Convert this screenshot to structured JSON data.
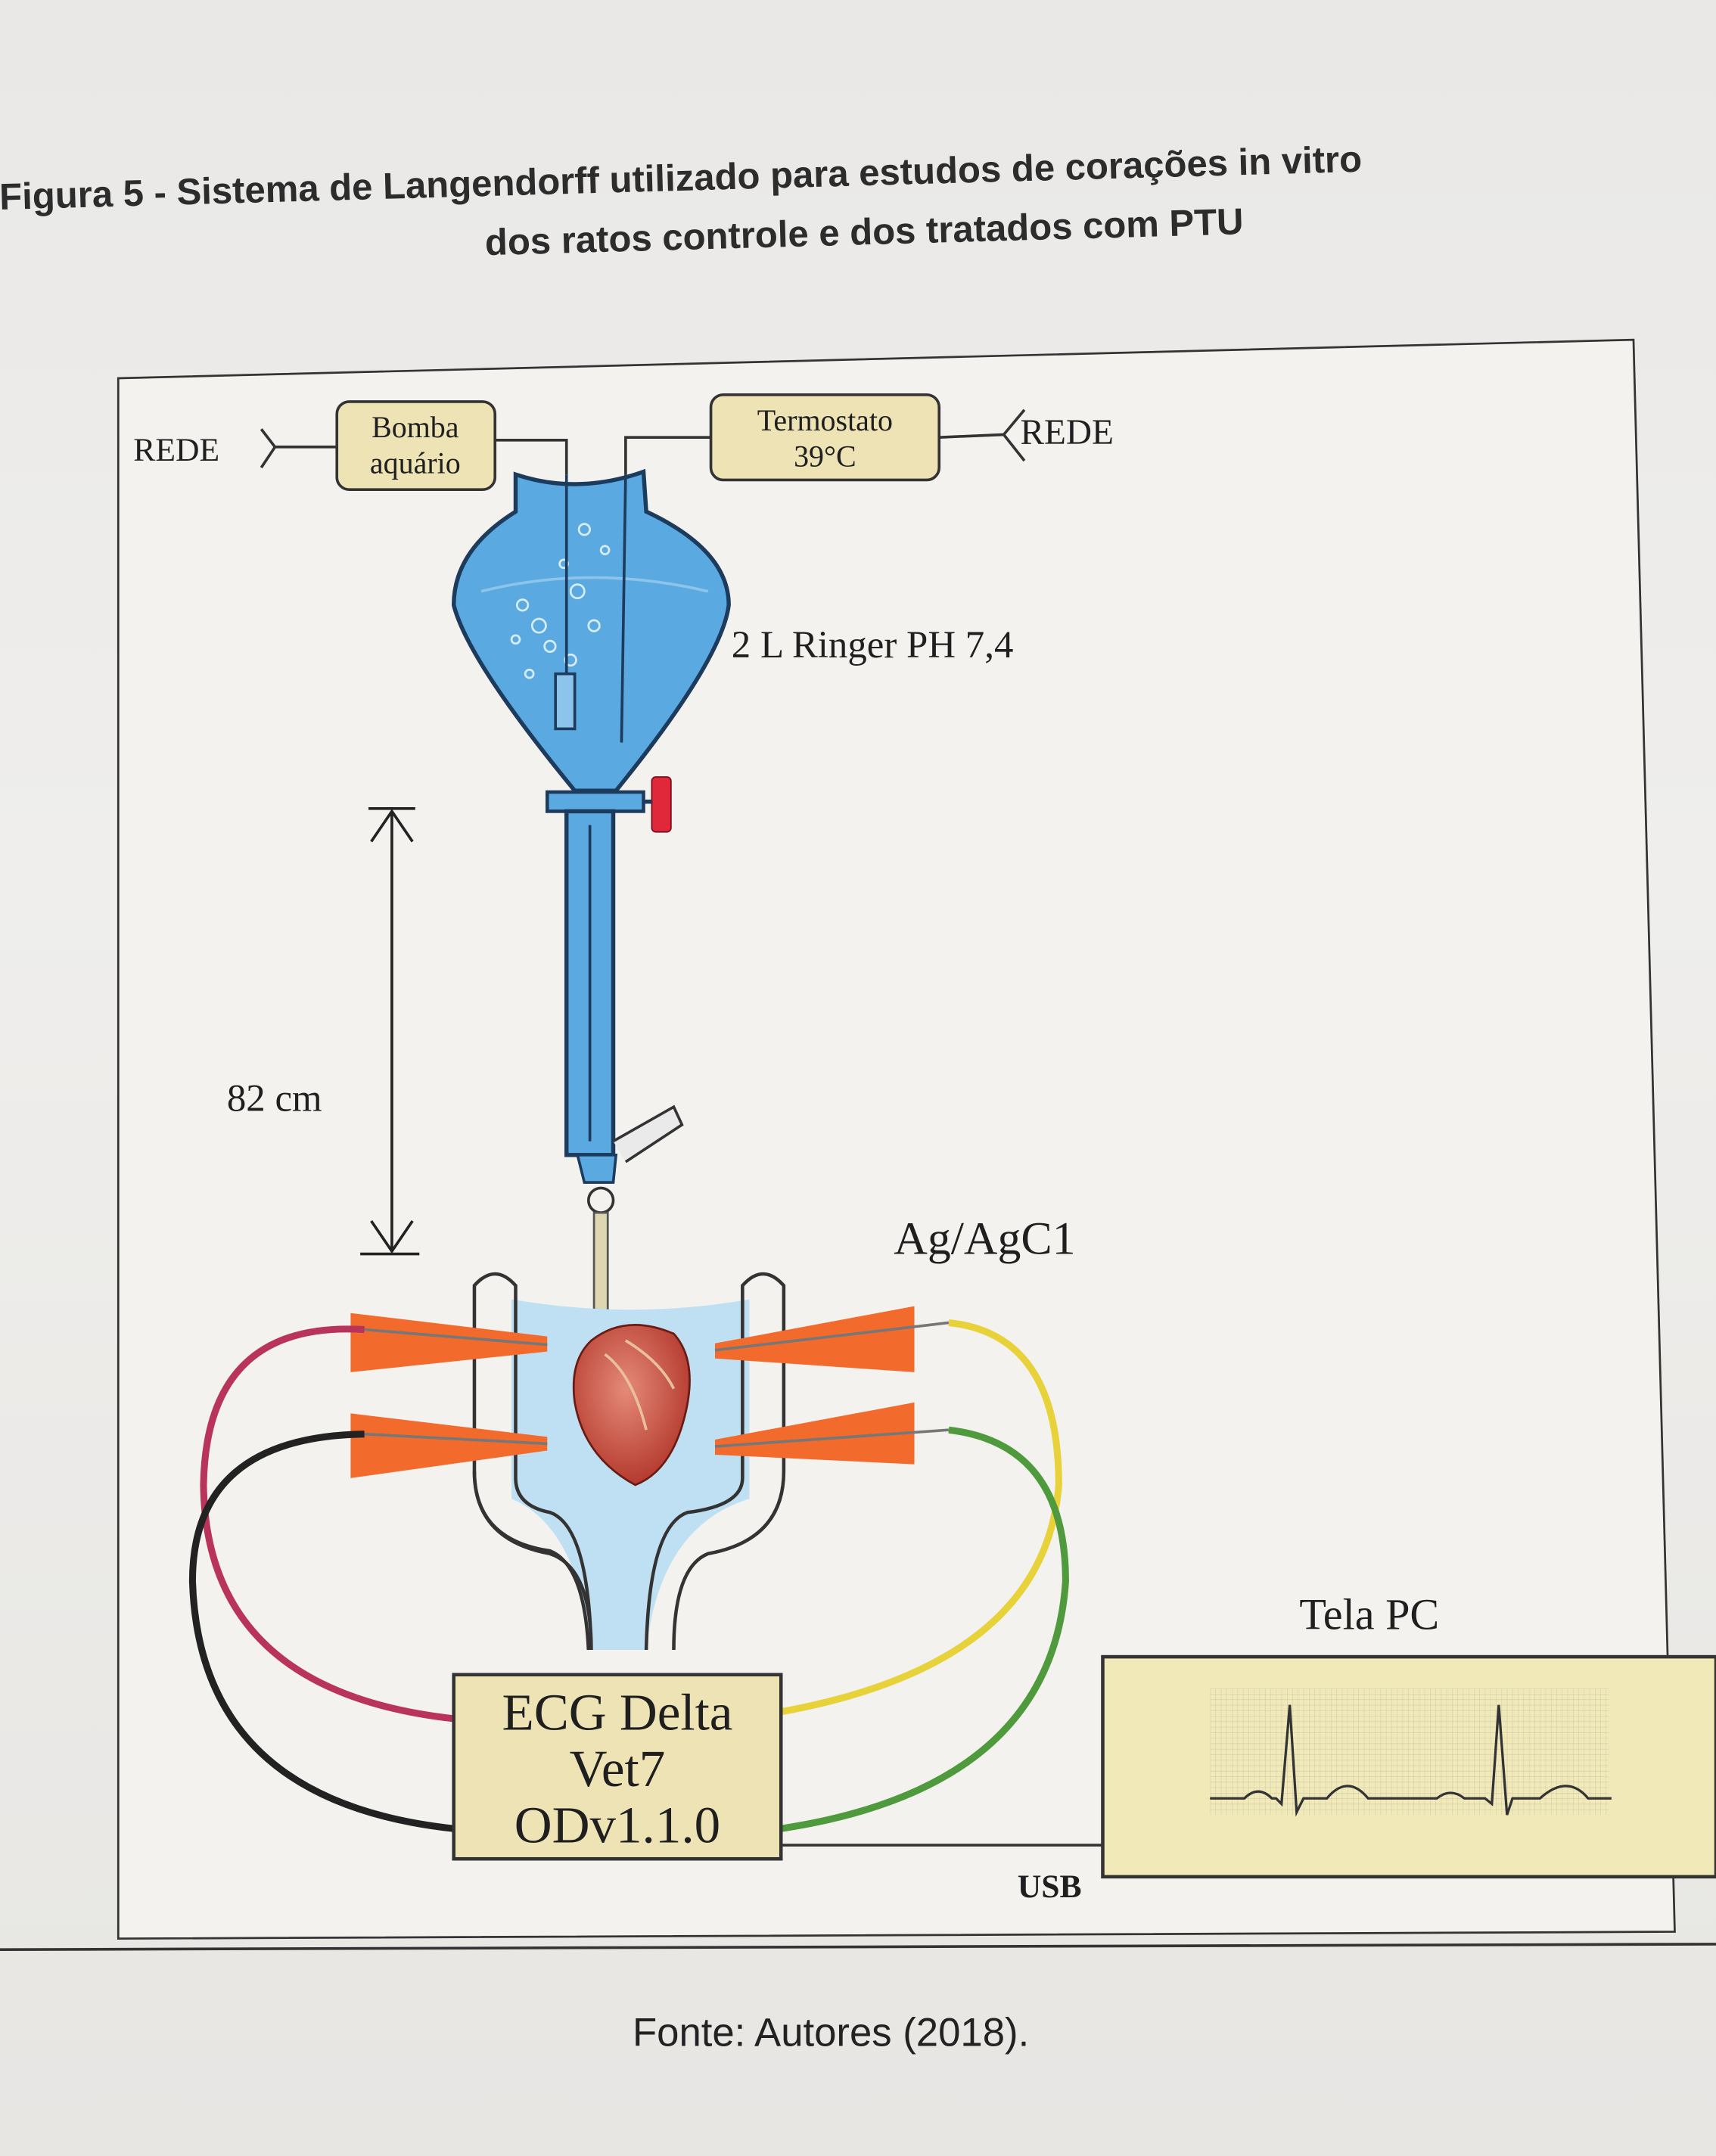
{
  "caption": {
    "line1": "Figura 5 - Sistema de Langendorff utilizado para estudos de corações in vitro",
    "line2": "dos ratos controle e dos tratados com PTU"
  },
  "diagram": {
    "rede_left": "REDE",
    "rede_right": "REDE",
    "pump": {
      "line1": "Bomba",
      "line2": "aquário"
    },
    "thermostat": {
      "line1": "Termostato",
      "line2": "39°C"
    },
    "reservoir_label": "2 L Ringer PH 7,4",
    "height_label": "82 cm",
    "electrode_label": "Ag/AgC1",
    "ecg": {
      "line1": "ECG Delta",
      "line2": "Vet7",
      "line3": "ODv1.1.0"
    },
    "usb_label": "USB",
    "screen_label": "Tela PC",
    "colors": {
      "fluid": "#5aa9e0",
      "box": "#ede3b4",
      "electrode": "#f26a2c",
      "stopcock": "#e0283a",
      "cable_red": "#b8345a",
      "cable_yellow": "#e8d23a",
      "cable_green": "#4f9a3c"
    }
  },
  "source": "Fonte: Autores (2018)."
}
